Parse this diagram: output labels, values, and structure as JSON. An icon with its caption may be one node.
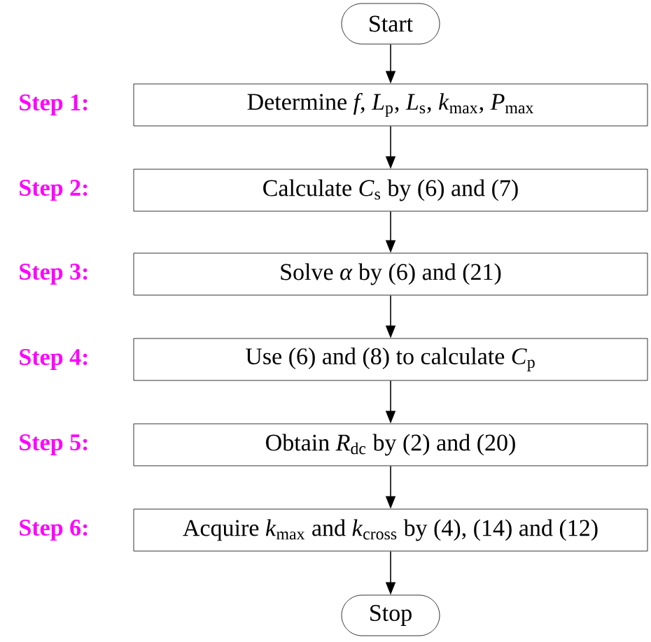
{
  "diagram": {
    "nodes": [
      {
        "text": [
          "Start"
        ]
      },
      {
        "text": [
          "Determine *f*, *L*$_{p}$, *L*$_{s}$, *k*$_{max}$, *P*$_{max}$"
        ],
        "beside": [
          "Step 1:"
        ]
      },
      {
        "text": [
          "Calculate *C*$_{s}$ by (6) and (7)"
        ],
        "beside": [
          "Step 2:"
        ]
      },
      {
        "text": [
          "Solve *α* by (6) and (21)"
        ],
        "beside": [
          "Step 3:"
        ]
      },
      {
        "text": [
          "Use (6) and (8) to calculate *C*$_{p}$"
        ],
        "beside": [
          "Step 4:"
        ]
      },
      {
        "text": [
          "Obtain *R*$_{dc}$ by (2) and (20)"
        ],
        "beside": [
          "Step 5:"
        ]
      },
      {
        "text": [
          "Acquire *k*$_{max}$ and *k*$_{cross}$ by (4), (14) and (12)"
        ],
        "beside": [
          "Step 6:"
        ]
      },
      {
        "text": [
          "Stop"
        ]
      }
    ],
    "edges": [
      {
        "from": 0,
        "to": 1,
        "arrow": "to"
      },
      {
        "from": 1,
        "to": 2,
        "arrow": "to"
      },
      {
        "from": 2,
        "to": 3,
        "arrow": "to"
      },
      {
        "from": 3,
        "to": 4,
        "arrow": "to"
      },
      {
        "from": 4,
        "to": 5,
        "arrow": "to"
      },
      {
        "from": 5,
        "to": 6,
        "arrow": "to"
      },
      {
        "from": 6,
        "to": 7,
        "arrow": "to"
      }
    ]
  }
}
